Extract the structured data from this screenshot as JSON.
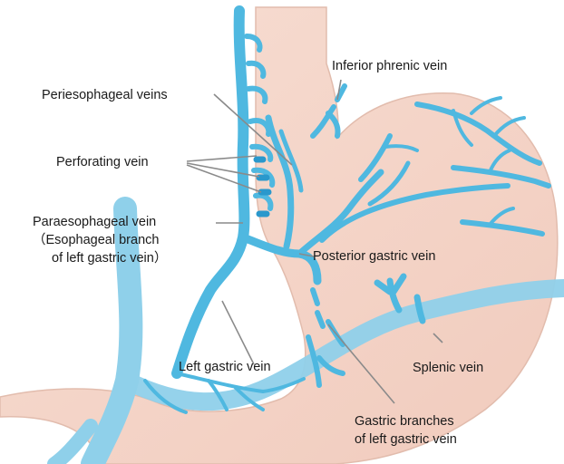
{
  "labels": {
    "inferior_phrenic_vein": "Inferior phrenic vein",
    "periesophageal_veins": "Periesophageal veins",
    "perforating_vein": "Perforating vein",
    "paraesophageal_vein_line1": "Paraesophageal vein",
    "paraesophageal_vein_line2": "（Esophageal branch",
    "paraesophageal_vein_line3": "of left gastric vein）",
    "posterior_gastric_vein": "Posterior gastric vein",
    "left_gastric_vein": "Left gastric vein",
    "splenic_vein": "Splenic vein",
    "gastric_branches_line1": "Gastric branches",
    "gastric_branches_line2": "of left gastric vein"
  },
  "colors": {
    "stomach_fill": "#f5d8cc",
    "stomach_outline": "#e0b8a8",
    "vein": "#4fb8e0",
    "vein_dark": "#2a98cc",
    "splenic_vein": "#8fd0ea",
    "leader_line": "#8a8a8a",
    "text": "#1a1a1a"
  }
}
